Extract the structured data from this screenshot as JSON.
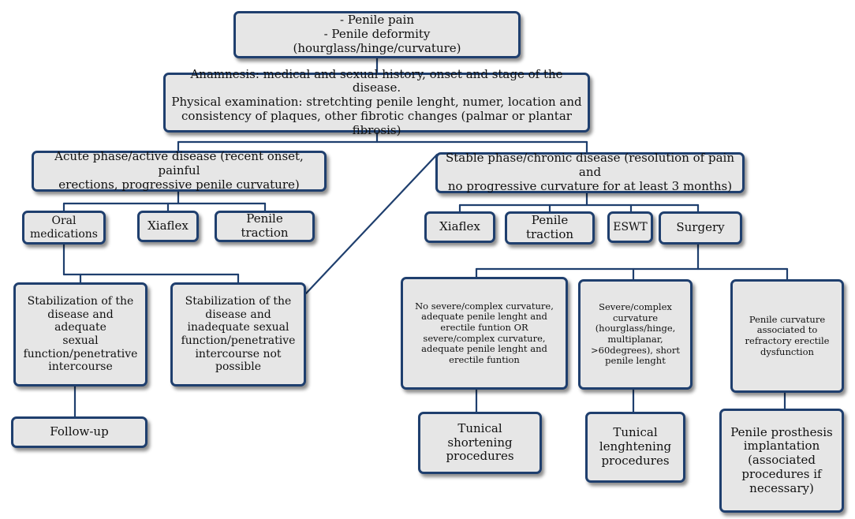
{
  "nodes": {
    "presentation": "- Penile pain\n- Penile deformity (hourglass/hinge/curvature)",
    "evaluation": "Anamnesis: medical and sexual history, onset and stage of the disease.\nPhysical examination: stretchting penile lenght, numer, location and\nconsistency of plaques, other fibrotic changes (palmar or plantar fibrosis)",
    "acute_phase": "Acute phase/active disease (recent onset, painful\nerections, progressive penile curvature)",
    "stable_phase": "Stable phase/chronic disease (resolution of pain and\nno progressive curvature for at least 3 months)",
    "oral_medications": "Oral\nmedications",
    "xiaflex_acute": "Xiaflex",
    "penile_traction_acute": "Penile traction",
    "xiaflex_stable": "Xiaflex",
    "penile_traction_stable": "Penile\ntraction",
    "eswt": "ESWT",
    "surgery": "Surgery",
    "stabilization_adequate": "Stabilization of the\ndisease and adequate\nsexual\nfunction/penetrative\nintercourse",
    "stabilization_inadequate": "Stabilization of the\ndisease and\ninadequate sexual\nfunction/penetrative\nintercourse not\npossible",
    "follow_up": "Follow-up",
    "no_severe_curvature": "No severe/complex curvature,\nadequate penile lenght and\nerectile funtion OR\nsevere/complex curvature,\nadequate penile lenght and\nerectile funtion",
    "severe_curvature": "Severe/complex\ncurvature\n(hourglass/hinge,\nmultiplanar,\n>60degrees), short\npenile lenght",
    "refractory_ed": "Penile curvature\nassociated to\nrefractory erectile\ndysfunction",
    "tunical_shortening": "Tunical shortening\nprocedures",
    "tunical_lengthening": "Tunical\nlenghtening\nprocedures",
    "penile_prosthesis": "Penile prosthesis\nimplantation\n(associated\nprocedures if\nnecessary)"
  },
  "colors": {
    "box_fill": "#e6e6e6",
    "box_border": "#1f3f6e",
    "connector": "#1f3f6e"
  }
}
